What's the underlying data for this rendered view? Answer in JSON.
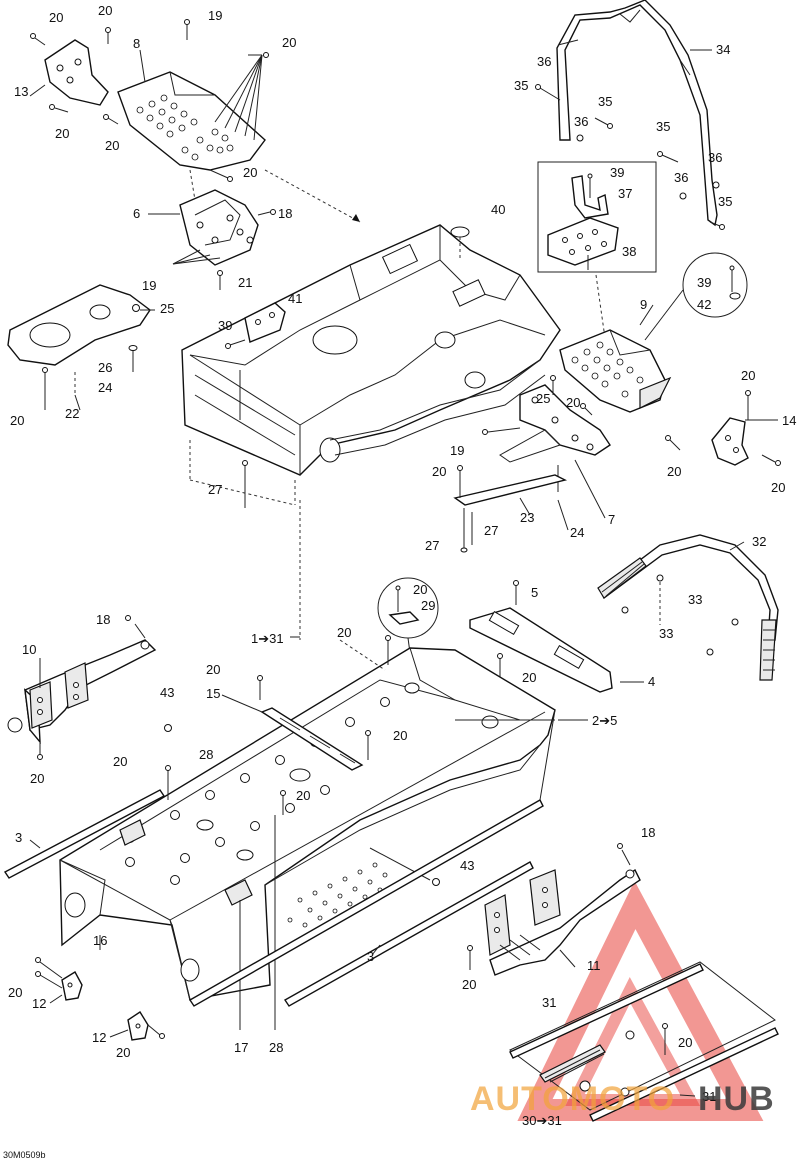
{
  "figure_code": "30M0509b",
  "watermark": {
    "brand_left": "AUTOMOTO",
    "brand_right": "HUB",
    "color_red": "#e8413b",
    "color_orange": "#f2a33a",
    "color_dark": "#3a3a3a"
  },
  "callouts": {
    "c1": "20",
    "c2": "20",
    "c3": "19",
    "c4": "8",
    "c5": "20",
    "c6": "13",
    "c7": "20",
    "c8": "20",
    "c9": "20",
    "c10": "6",
    "c11": "18",
    "c12": "19",
    "c13": "21",
    "c14": "25",
    "c15": "26",
    "c16": "24",
    "c17": "20",
    "c18": "22",
    "c19": "36",
    "c20": "34",
    "c21": "35",
    "c22": "35",
    "c23": "36",
    "c24": "35",
    "c25": "36",
    "c26": "36",
    "c27": "35",
    "c28": "39",
    "c29": "37",
    "c30": "38",
    "c31": "40",
    "c32": "41",
    "c33": "39",
    "c34": "9",
    "c35": "39",
    "c36": "42",
    "c37": "25",
    "c38": "20",
    "c39": "20",
    "c40": "14",
    "c41": "19",
    "c42": "20",
    "c43": "20",
    "c44": "20",
    "c45": "23",
    "c46": "24",
    "c47": "7",
    "c48": "27",
    "c49": "27",
    "c50": "27",
    "c51": "32",
    "c52": "5",
    "c53": "20",
    "c54": "29",
    "c55": "33",
    "c56": "33",
    "c57": "18",
    "c58": "10",
    "c59": "20",
    "c60": "1➔31",
    "c61": "20",
    "c62": "4",
    "c63": "20",
    "c64": "20",
    "c65": "43",
    "c66": "15",
    "c67": "2➔5",
    "c68": "28",
    "c69": "20",
    "c70": "20",
    "c71": "20",
    "c72": "3",
    "c73": "43",
    "c74": "16",
    "c75": "18",
    "c76": "20",
    "c77": "12",
    "c78": "3",
    "c79": "11",
    "c80": "20",
    "c81": "12",
    "c82": "20",
    "c83": "31",
    "c84": "20",
    "c85": "17",
    "c86": "28",
    "c87": "31",
    "c88": "30➔31"
  }
}
